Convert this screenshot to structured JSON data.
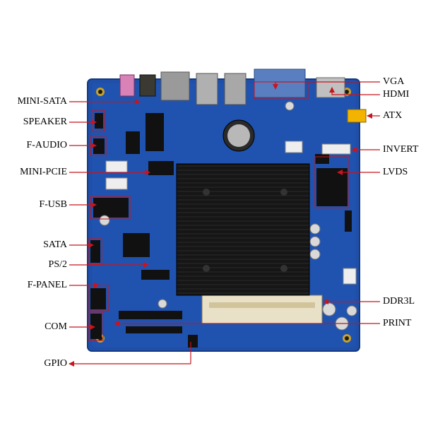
{
  "diagram": {
    "left_labels": [
      {
        "id": "mini-sata",
        "text": "MINI-SATA"
      },
      {
        "id": "speaker",
        "text": "SPEAKER"
      },
      {
        "id": "f-audio",
        "text": "F-AUDIO"
      },
      {
        "id": "mini-pcie",
        "text": "MINI-PCIE"
      },
      {
        "id": "f-usb",
        "text": "F-USB"
      },
      {
        "id": "sata",
        "text": "SATA"
      },
      {
        "id": "ps2",
        "text": "PS/2"
      },
      {
        "id": "f-panel",
        "text": "F-PANEL"
      },
      {
        "id": "com",
        "text": "COM"
      },
      {
        "id": "gpio",
        "text": "GPIO"
      }
    ],
    "right_labels": [
      {
        "id": "vga",
        "text": "VGA"
      },
      {
        "id": "hdmi",
        "text": "HDMI"
      },
      {
        "id": "atx",
        "text": "ATX"
      },
      {
        "id": "invert",
        "text": "INVERT"
      },
      {
        "id": "lvds",
        "text": "LVDS"
      },
      {
        "id": "ddr3l",
        "text": "DDR3L"
      },
      {
        "id": "print",
        "text": "PRINT"
      }
    ],
    "colors": {
      "board": "#1f4fa8",
      "board_dark": "#173f8a",
      "heatsink": "#141414",
      "arrow": "#c8141e",
      "label": "#000000"
    }
  }
}
